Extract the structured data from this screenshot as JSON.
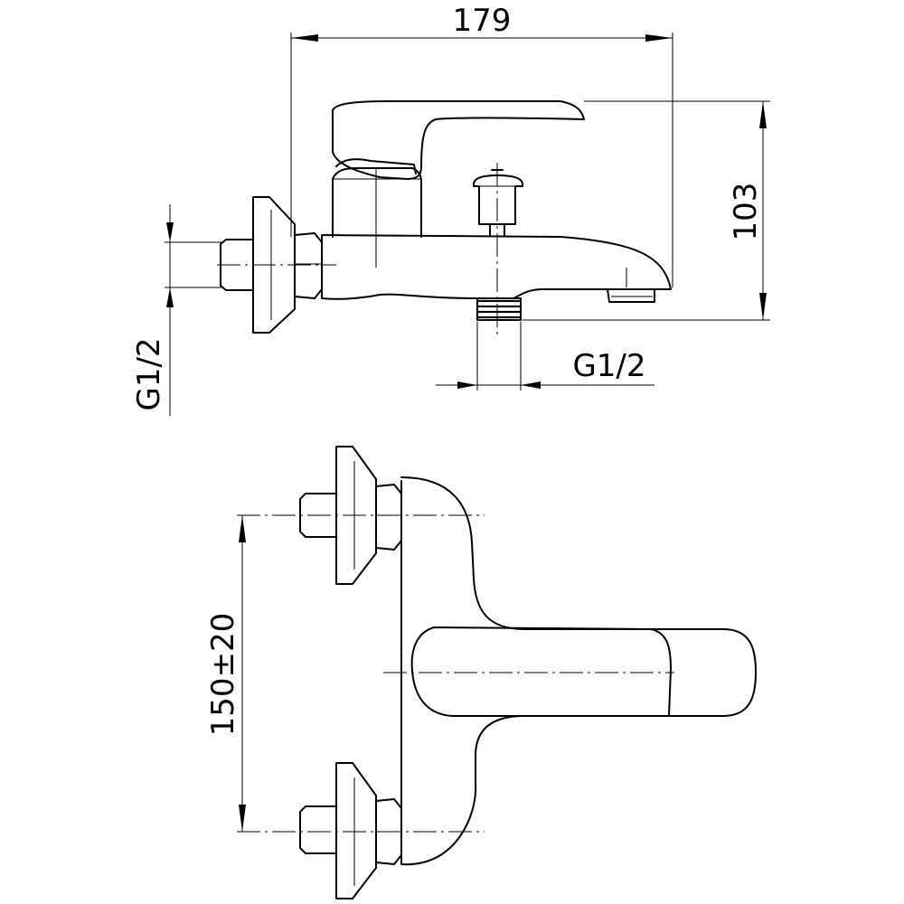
{
  "drawing": {
    "dim_width": "179",
    "dim_height": "103",
    "dim_thread_left": "G1/2",
    "dim_thread_bottom": "G1/2",
    "dim_spacing": "150±20"
  }
}
